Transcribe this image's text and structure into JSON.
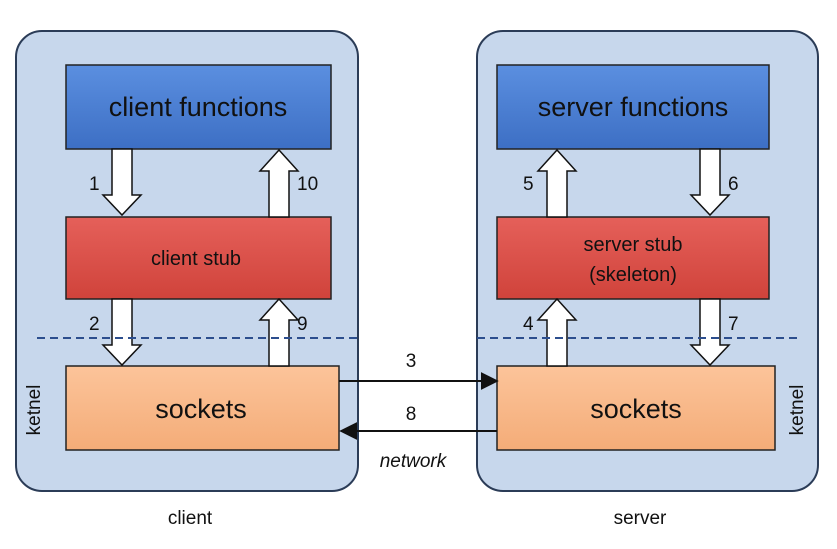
{
  "client": {
    "panel_label": "client",
    "kernel_label": "ketnel",
    "functions_label": "client functions",
    "stub_label": "client stub",
    "sockets_label": "sockets"
  },
  "server": {
    "panel_label": "server",
    "kernel_label": "ketnel",
    "functions_label": "server functions",
    "stub_label_line1": "server stub",
    "stub_label_line2": "(skeleton)",
    "sockets_label": "sockets"
  },
  "steps": {
    "s1": "1",
    "s2": "2",
    "s3": "3",
    "s4": "4",
    "s5": "5",
    "s6": "6",
    "s7": "7",
    "s8": "8",
    "s9": "9",
    "s10": "10"
  },
  "network_label": "network",
  "colors": {
    "panel_fill": "#c7d7ec",
    "panel_stroke": "#2b3c57",
    "functions_fill": "#4a7fd4",
    "stub_fill": "#dc5147",
    "sockets_fill": "#f8b98a",
    "kernel_line": "#2c4e8e"
  }
}
